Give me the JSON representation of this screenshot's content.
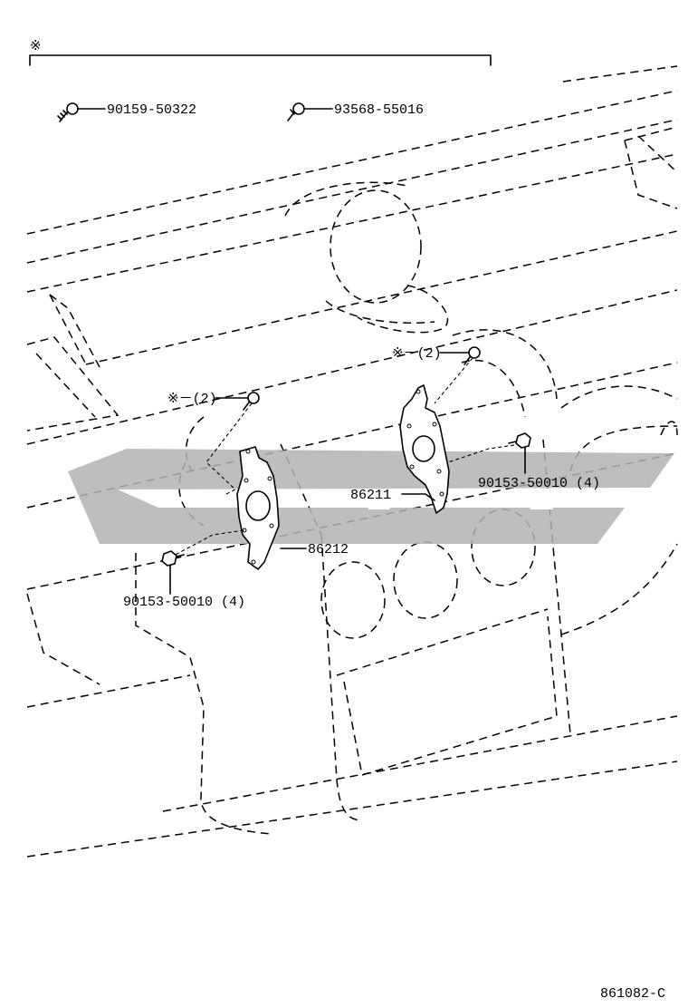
{
  "header": {
    "symbol": "※"
  },
  "parts": {
    "bolt_top_left": "90159-50322",
    "bolt_top_right": "93568-55016",
    "callout_right_bolts": "※－(2)",
    "callout_left_bolts": "※－(2)",
    "bracket_right": "86211",
    "bracket_left": "86212",
    "screws_right": "90153-50010 (4)",
    "screws_left": "90153-50010 (4)"
  },
  "footer": {
    "diagram_id": "861082-C"
  }
}
